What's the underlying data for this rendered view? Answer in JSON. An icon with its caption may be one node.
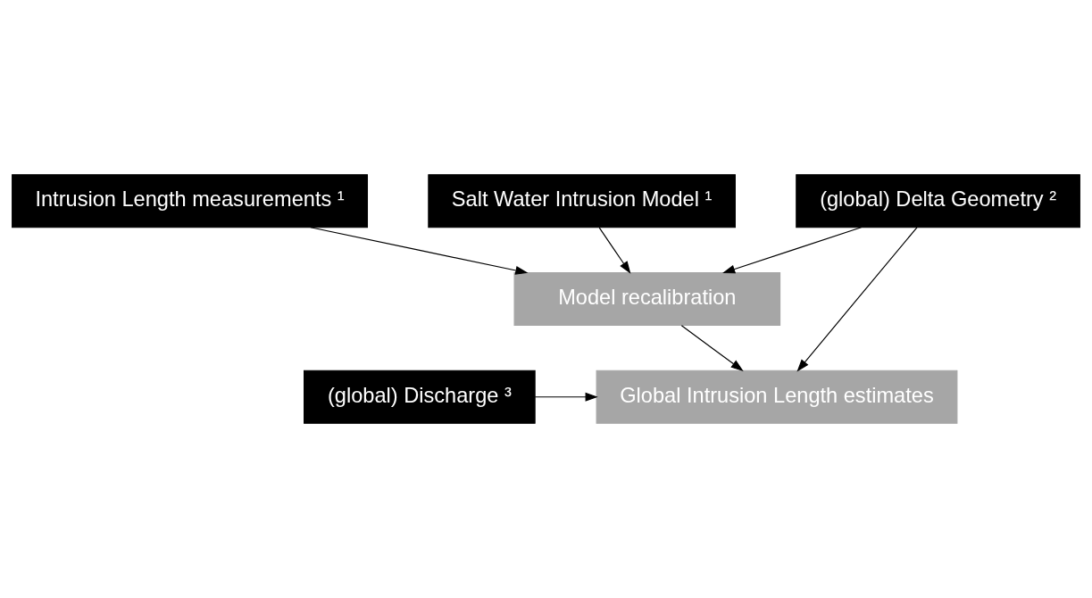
{
  "diagram": {
    "nodes": [
      {
        "text": [
          "Intrusion Length measurements ¹"
        ]
      },
      {
        "text": [
          "(global) Delta Geometry ²"
        ]
      },
      {
        "text": [
          "Salt Water Intrusion Model ¹"
        ]
      },
      {
        "text": [
          "(global) Discharge ³"
        ]
      },
      {
        "text": [
          "Model recalibration"
        ]
      },
      {
        "text": [
          "Global Intrusion Length estimates"
        ]
      }
    ],
    "edges": [
      {
        "from": 0,
        "to": 4,
        "arrow": "to"
      },
      {
        "from": 1,
        "to": 4,
        "arrow": "to"
      },
      {
        "from": 2,
        "to": 4,
        "arrow": "to"
      },
      {
        "from": 4,
        "to": 5,
        "arrow": "to"
      },
      {
        "from": 3,
        "to": 5,
        "arrow": "to"
      },
      {
        "from": 1,
        "to": 5,
        "arrow": "to"
      }
    ]
  }
}
